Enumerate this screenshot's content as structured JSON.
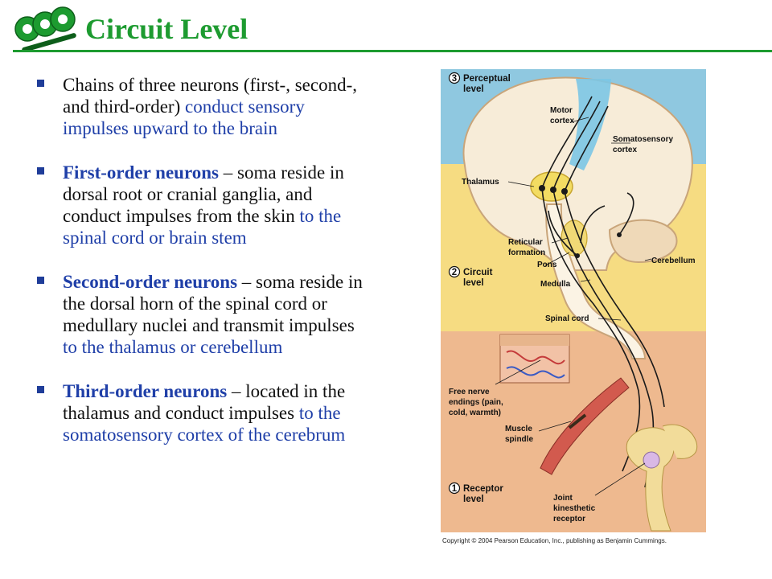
{
  "header": {
    "title": "Circuit Level",
    "logo_icon": "green-gear-logo-icon"
  },
  "bullets": [
    {
      "plain": "Chains of three neurons (first-, second-, and third-order) ",
      "highlight": "conduct sensory impulses upward to the brain"
    },
    {
      "keyword": "First-order neurons",
      "plain": " – soma reside in dorsal root or cranial ganglia, and conduct impulses from the skin ",
      "highlight": "to the spinal cord or brain stem"
    },
    {
      "keyword": "Second-order neurons",
      "plain": " – soma reside in the dorsal horn of the spinal cord or medullary nuclei and transmit impulses ",
      "highlight": "to the thalamus or cerebellum"
    },
    {
      "keyword": "Third-order neurons",
      "plain": " – located in the thalamus and conduct impulses ",
      "highlight": "to the somatosensory cortex of the cerebrum"
    }
  ],
  "figure": {
    "levels": [
      {
        "num": "3",
        "line1": "Perceptual",
        "line2": "level"
      },
      {
        "num": "2",
        "line1": "Circuit",
        "line2": "level"
      },
      {
        "num": "1",
        "line1": "Receptor",
        "line2": "level"
      }
    ],
    "labels": {
      "motor_cortex_1": "Motor",
      "motor_cortex_2": "cortex",
      "somatosensory_1": "Somatosensory",
      "somatosensory_2": "cortex",
      "thalamus": "Thalamus",
      "reticular_1": "Reticular",
      "reticular_2": "formation",
      "pons": "Pons",
      "cerebellum": "Cerebellum",
      "medulla": "Medulla",
      "spinal_cord": "Spinal cord",
      "free_nerve_1": "Free nerve",
      "free_nerve_2": "endings (pain,",
      "free_nerve_3": "cold, warmth)",
      "muscle_1": "Muscle",
      "muscle_2": "spindle",
      "joint_1": "Joint",
      "joint_2": "kinesthetic",
      "joint_3": "receptor"
    },
    "colors": {
      "perceptual_bg": "#8fc8e0",
      "circuit_bg": "#f6dc82",
      "receptor_bg": "#eeb98f",
      "brain": "#f7ecd8",
      "brain_outline": "#c9a57a",
      "neuron": "#1a1a1a"
    },
    "copyright": "Copyright © 2004 Pearson Education, Inc., publishing as Benjamin Cummings."
  }
}
